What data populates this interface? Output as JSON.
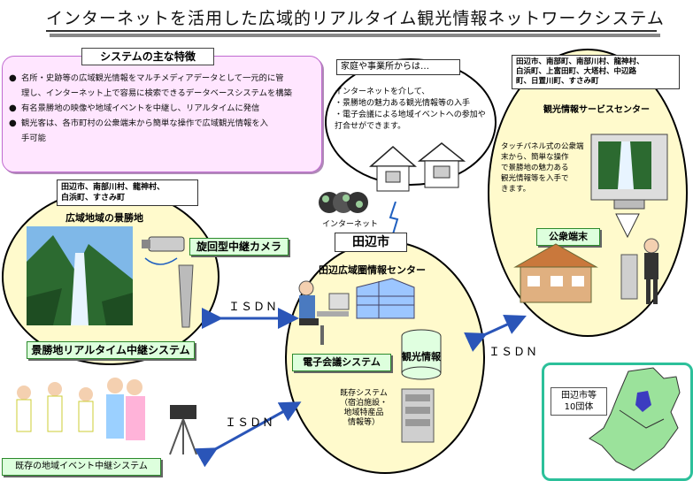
{
  "title": "インターネットを活用した広域的リアルタイム観光情報ネットワークシステム",
  "features": {
    "heading": "システムの主な特徴",
    "items": [
      {
        "line1": "名所・史跡等の広域観光情報をマルチメディアデータとして一元的に管",
        "line2": "理し、インターネット上で容易に検索できるデータベースシステムを構築"
      },
      {
        "line1": "有名景勝地の映像や地域イベントを中継し、リアルタイムに発信",
        "line2": ""
      },
      {
        "line1": "観光客は、各市町村の公衆端末から簡単な操作で広域観光情報を入",
        "line2": "手可能"
      }
    ]
  },
  "home": {
    "heading": "家庭や事業所からは…",
    "lines": [
      "インターネットを介して、",
      "・景勝地の魅力ある観光情報等の入手",
      "・電子会議による地域イベントへの参加や",
      "  打合せができます。"
    ]
  },
  "internet_label": "インターネット",
  "scenic": {
    "towns": [
      "田辺市、南部川村、龍神村、",
      "白浜町、すさみ町"
    ],
    "heading": "広域地域の景勝地",
    "camera_label": "旋回型中継カメラ",
    "system_label": "景勝地リアルタイム中継システム"
  },
  "center": {
    "city_label": "田辺市",
    "heading": "田辺広域圏情報センター",
    "conference_label": "電子会議システム",
    "tourism_info_label": "観光情報",
    "existing_system": [
      "既存システム",
      "（宿泊施設・",
      "地域特産品",
      "情報等）"
    ]
  },
  "service": {
    "towns": [
      "田辺市、南部町、南部川村、龍神村、",
      "白浜町、上富田町、大塔村、中辺路",
      "町、日置川町、すさみ町"
    ],
    "heading": "観光情報サービスセンター",
    "desc": [
      "タッチパネル式の公衆端",
      "末から、簡単な操作",
      "で景勝地の魅力ある",
      "観光情報等を入手で",
      "きます。"
    ],
    "terminal_label": "公衆端末"
  },
  "event_label": "既存の地域イベント中継システム",
  "isdn_labels": [
    "ＩＳＤＮ",
    "ＩＳＤＮ",
    "ＩＳＤＮ"
  ],
  "map_label": [
    "田辺市等",
    "10団体"
  ],
  "colors": {
    "ellipse_fill": "#fffacc",
    "feature_bg": "#ffe6ff",
    "label_green": "#ddffdd",
    "map_border": "#2cc09a"
  }
}
